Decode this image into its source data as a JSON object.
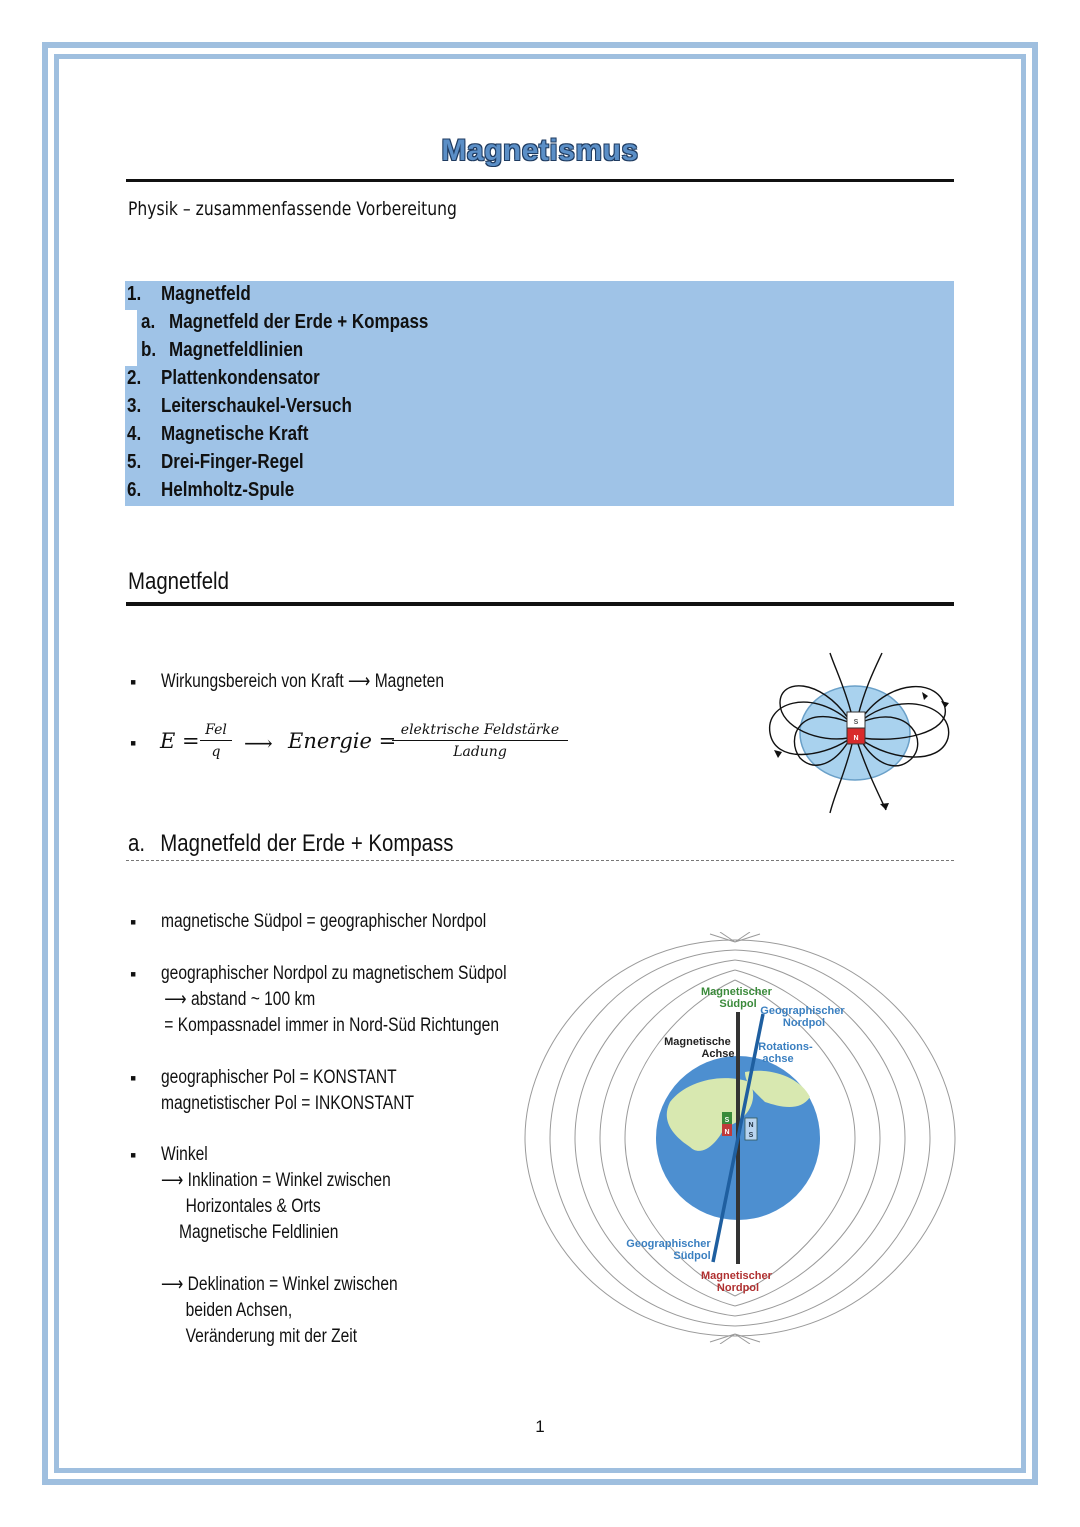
{
  "document": {
    "title": "Magnetismus",
    "subtitle": "Physik – zusammenfassende Vorbereitung",
    "page_number": "1"
  },
  "toc": {
    "items": [
      {
        "num": "1.",
        "label": "Magnetfeld"
      },
      {
        "num": "a.",
        "label": "Magnetfeld der Erde + Kompass"
      },
      {
        "num": "b.",
        "label": "Magnetfeldlinien"
      },
      {
        "num": "2.",
        "label": "Plattenkondensator"
      },
      {
        "num": "3.",
        "label": "Leiterschaukel-Versuch"
      },
      {
        "num": "4.",
        "label": "Magnetische Kraft"
      },
      {
        "num": "5.",
        "label": "Drei-Finger-Regel"
      },
      {
        "num": "6.",
        "label": "Helmholtz-Spule"
      }
    ]
  },
  "section_magnetfeld": {
    "heading": "Magnetfeld",
    "bullet1": "Wirkungsbereich von Kraft ⟶ Magneten",
    "formula": {
      "lhs": "E =",
      "frac1_num": "Fel",
      "frac1_den": "q",
      "arrow": "⟶",
      "rhs_label": "Energie =",
      "frac2_num": "elektrische Feldstärke",
      "frac2_den": "Ladung"
    },
    "magnet_labels": {
      "south": "S",
      "north": "N"
    }
  },
  "section_erde": {
    "num": "a.",
    "heading": "Magnetfeld der Erde + Kompass",
    "bullets": [
      [
        "magnetische Südpol = geographischer Nordpol"
      ],
      [
        "geographischer Nordpol zu magnetischem Südpol",
        "⟶ abstand ~ 100 km",
        "= Kompassnadel immer in Nord-Süd Richtungen"
      ],
      [
        "geographischer Pol = KONSTANT",
        "magnetistischer Pol = INKONSTANT"
      ],
      [
        "Winkel",
        "⟶ Inklination = Winkel zwischen",
        "Horizontales & Orts",
        "Magnetische Feldlinien",
        "",
        "⟶ Deklination = Winkel zwischen",
        "beiden Achsen,",
        "Veränderung mit der Zeit"
      ]
    ],
    "diagram": {
      "mag_south": [
        "Magnetischer",
        "Südpol"
      ],
      "geo_north": [
        "Geographischer",
        "Nordpol"
      ],
      "mag_axis": [
        "Magnetische",
        "Achse"
      ],
      "rot_axis": [
        "Rotations-",
        "achse"
      ],
      "geo_south": [
        "Geographischer",
        "Südpol"
      ],
      "mag_north": [
        "Magnetischer",
        "Nordpol"
      ],
      "compass1": [
        "S",
        "N"
      ],
      "compass2": [
        "N",
        "S"
      ],
      "colors": {
        "green": "#3a8a3a",
        "blue": "#3a7fc0",
        "red": "#b03030",
        "ocean": "#4d8fd0",
        "land": "#d8e8b0"
      }
    }
  }
}
